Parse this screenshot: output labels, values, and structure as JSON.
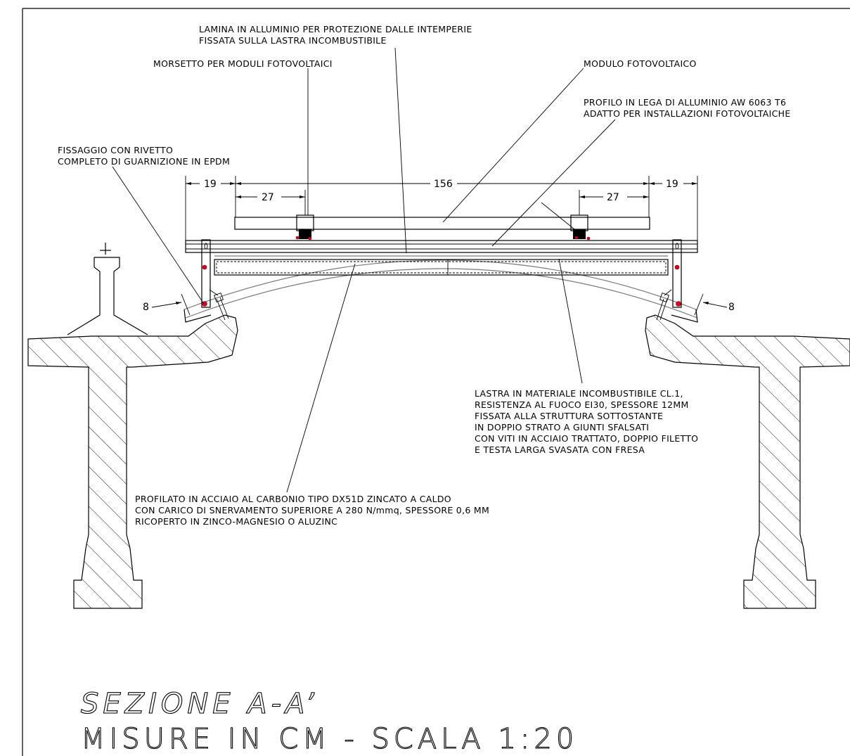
{
  "labels": {
    "lamina_l1": "LAMINA IN ALLUMINIO PER PROTEZIONE DALLE INTEMPERIE",
    "lamina_l2": "FISSATA SULLA LASTRA INCOMBUSTIBILE",
    "morsetto": "MORSETTO PER MODULI FOTOVOLTAICI",
    "modulo": "MODULO FOTOVOLTAICO",
    "profilo_l1": "PROFILO IN LEGA DI ALLUMINIO  AW 6063 T6",
    "profilo_l2": "ADATTO PER INSTALLAZIONI FOTOVOLTAICHE",
    "fissaggio_l1": "FISSAGGIO CON RIVETTO",
    "fissaggio_l2": "COMPLETO DI GUARNIZIONE IN EPDM",
    "lastra_l1": "LASTRA IN MATERIALE INCOMBUSTIBILE CL.1,",
    "lastra_l2": "RESISTENZA AL FUOCO EI30, SPESSORE 12MM",
    "lastra_l3": "FISSATA ALLA STRUTTURA SOTTOSTANTE",
    "lastra_l4": "IN DOPPIO STRATO A GIUNTI SFALSATI",
    "lastra_l5": "CON VITI IN ACCIAIO TRATTATO, DOPPIO FILETTO",
    "lastra_l6": "E TESTA LARGA SVASATA CON FRESA",
    "profilato_l1": "PROFILATO IN ACCIAIO AL CARBONIO  TIPO DX51D ZINCATO A CALDO",
    "profilato_l2": "CON CARICO DI SNERVAMENTO SUPERIORE A 280 N/mmq, SPESSORE 0,6 MM",
    "profilato_l3": "RICOPERTO IN ZINCO-MAGNESIO O ALUZINC"
  },
  "dimensions": {
    "left_edge": "19",
    "left_offset": "27",
    "total": "156",
    "right_offset": "27",
    "right_edge": "19",
    "left_gap": "8",
    "right_gap": "8"
  },
  "title": {
    "line1": "SEZIONE A-A’",
    "line2": "MISURE IN CM - SCALA 1:20"
  },
  "colors": {
    "line": "#000000",
    "fastener": "#e0001a",
    "secondary_line": "#7a7a7a"
  }
}
